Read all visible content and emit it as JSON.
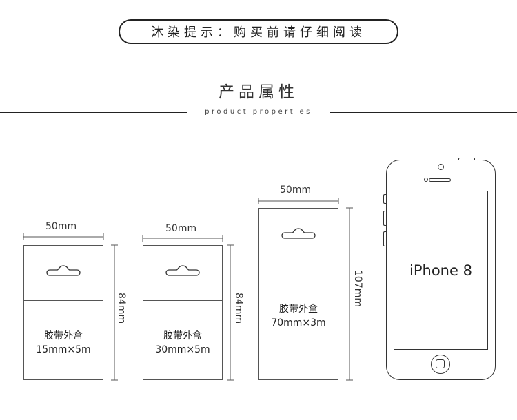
{
  "notice": "沐染提示：购买前请仔细阅读",
  "section": {
    "title": "产品属性",
    "subtitle": "product properties"
  },
  "boxes": [
    {
      "width_label": "50mm",
      "height_label": "84mm",
      "name": "胶带外盒",
      "spec": "15mm×5m"
    },
    {
      "width_label": "50mm",
      "height_label": "84mm",
      "name": "胶带外盒",
      "spec": "30mm×5m"
    },
    {
      "width_label": "50mm",
      "height_label": "107mm",
      "name": "胶带外盒",
      "spec": "70mm×3m"
    }
  ],
  "phone": {
    "label": "iPhone 8"
  },
  "colors": {
    "line": "#222222",
    "outline": "#555555",
    "background": "#ffffff"
  }
}
